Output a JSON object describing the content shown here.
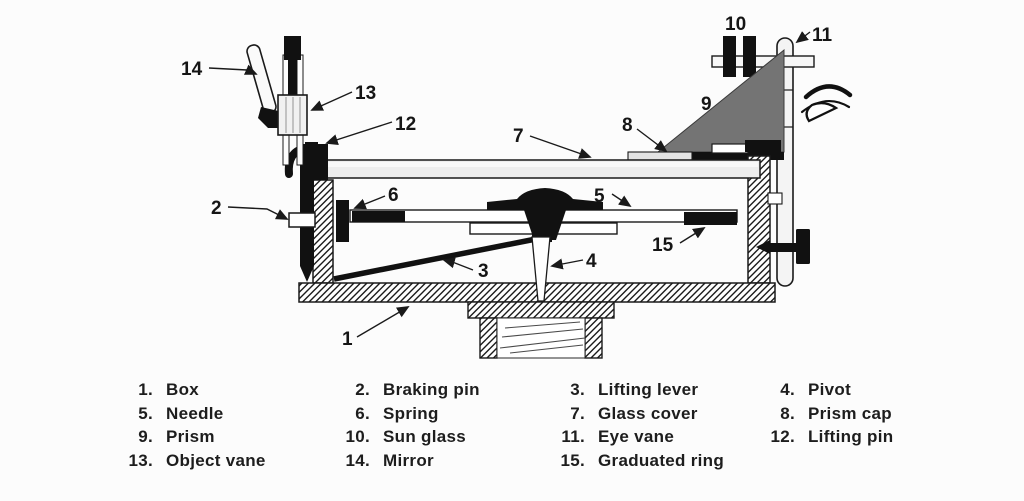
{
  "diagram": {
    "colors": {
      "ink": "#1a1a1a",
      "prism_fill": "#747474",
      "glass_cover_fill": "#ededed",
      "background": "#fcfcfc"
    },
    "callouts": [
      {
        "n": "1"
      },
      {
        "n": "2"
      },
      {
        "n": "3"
      },
      {
        "n": "4"
      },
      {
        "n": "5"
      },
      {
        "n": "6"
      },
      {
        "n": "7"
      },
      {
        "n": "8"
      },
      {
        "n": "9"
      },
      {
        "n": "10"
      },
      {
        "n": "11"
      },
      {
        "n": "12"
      },
      {
        "n": "13"
      },
      {
        "n": "14"
      },
      {
        "n": "15"
      }
    ]
  },
  "legend": {
    "columns": [
      {
        "items": [
          {
            "num": "1.",
            "label": "Box"
          },
          {
            "num": "5.",
            "label": "Needle"
          },
          {
            "num": "9.",
            "label": "Prism"
          },
          {
            "num": "13.",
            "label": "Object vane"
          }
        ]
      },
      {
        "items": [
          {
            "num": "2.",
            "label": "Braking pin"
          },
          {
            "num": "6.",
            "label": "Spring"
          },
          {
            "num": "10.",
            "label": "Sun glass"
          },
          {
            "num": "14.",
            "label": "Mirror"
          }
        ]
      },
      {
        "items": [
          {
            "num": "3.",
            "label": "Lifting lever"
          },
          {
            "num": "7.",
            "label": "Glass cover"
          },
          {
            "num": "11.",
            "label": "Eye vane"
          },
          {
            "num": "15.",
            "label": "Graduated ring"
          }
        ]
      },
      {
        "items": [
          {
            "num": "4.",
            "label": "Pivot"
          },
          {
            "num": "8.",
            "label": "Prism cap"
          },
          {
            "num": "12.",
            "label": "Lifting pin"
          }
        ]
      }
    ]
  }
}
